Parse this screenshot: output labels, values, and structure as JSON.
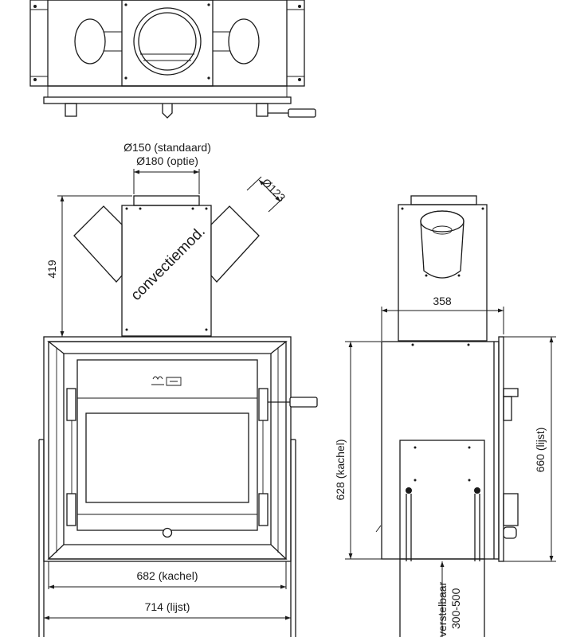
{
  "labels": {
    "diameter_standard": "Ø150 (standaard)",
    "diameter_option": "Ø180 (optie)",
    "diameter_side": "Ø123",
    "height_top": "419",
    "convection_module": "convectiemod.",
    "depth": "358",
    "height_stove": "628 (kachel)",
    "height_frame": "660 (lijst)",
    "width_stove": "682 (kachel)",
    "width_frame": "714 (lijst)",
    "adjustable_title": "verstelbaar",
    "adjustable_range": "300-500"
  },
  "colors": {
    "line": "#1a1a1a",
    "fill": "#ffffff",
    "shade": "#d6d6d6"
  }
}
